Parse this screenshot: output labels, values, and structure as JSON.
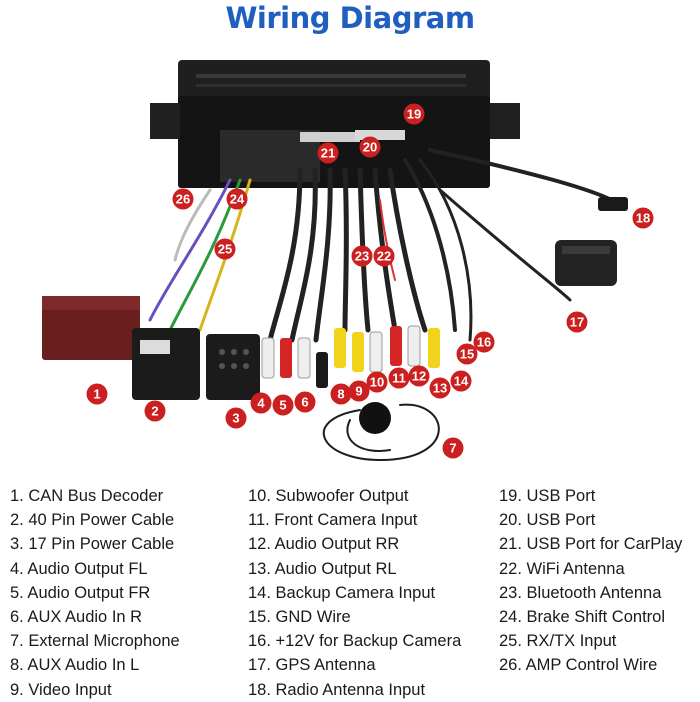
{
  "header": {
    "title": "Wiring Diagram"
  },
  "colors": {
    "title": "#1f5fbf",
    "badge": "#cc1f1f",
    "unit": "#1d1d1d"
  },
  "badges": [
    "1",
    "2",
    "3",
    "4",
    "5",
    "6",
    "7",
    "8",
    "9",
    "10",
    "11",
    "12",
    "13",
    "14",
    "15",
    "16",
    "17",
    "18",
    "19",
    "20",
    "21",
    "22",
    "23",
    "24",
    "25",
    "26"
  ],
  "legend": {
    "col1": [
      "1. CAN Bus Decoder",
      "2. 40 Pin Power Cable",
      "3. 17 Pin Power Cable",
      "4. Audio Output FL",
      "5. Audio Output FR",
      "6. AUX Audio In R",
      "7. External Microphone",
      "8. AUX Audio In L",
      "9. Video Input"
    ],
    "col2": [
      "10. Subwoofer Output",
      "11. Front Camera Input",
      "12. Audio Output RR",
      "13. Audio Output RL",
      "14. Backup Camera Input",
      "15. GND Wire",
      "16. +12V for Backup Camera",
      "17. GPS Antenna",
      "18. Radio Antenna Input"
    ],
    "col3": [
      "19. USB Port",
      "20. USB Port",
      "21. USB Port for CarPlay",
      "22. WiFi Antenna",
      "23. Bluetooth Antenna",
      "24. Brake Shift Control",
      "25. RX/TX Input",
      "26. AMP Control Wire"
    ]
  }
}
